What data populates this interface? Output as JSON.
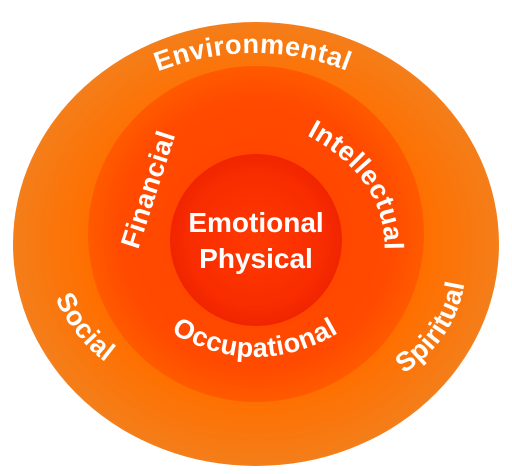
{
  "diagram": {
    "colors": {
      "outer_ring_edge": "#f27a12",
      "outer_ring_center": "#ff6e00",
      "middle_ring": "#ff4a00",
      "inner_circle_edge": "#f42a00",
      "inner_circle_center": "#ff3c00",
      "label_text": "#ffffff"
    },
    "outer_ring": {
      "labels": [
        "Environmental",
        "Social",
        "Spiritual"
      ]
    },
    "middle_ring": {
      "labels": [
        "Financial",
        "Intellectual",
        "Occupational"
      ]
    },
    "inner_circle": {
      "line1": "Emotional",
      "line2": "Physical"
    }
  }
}
